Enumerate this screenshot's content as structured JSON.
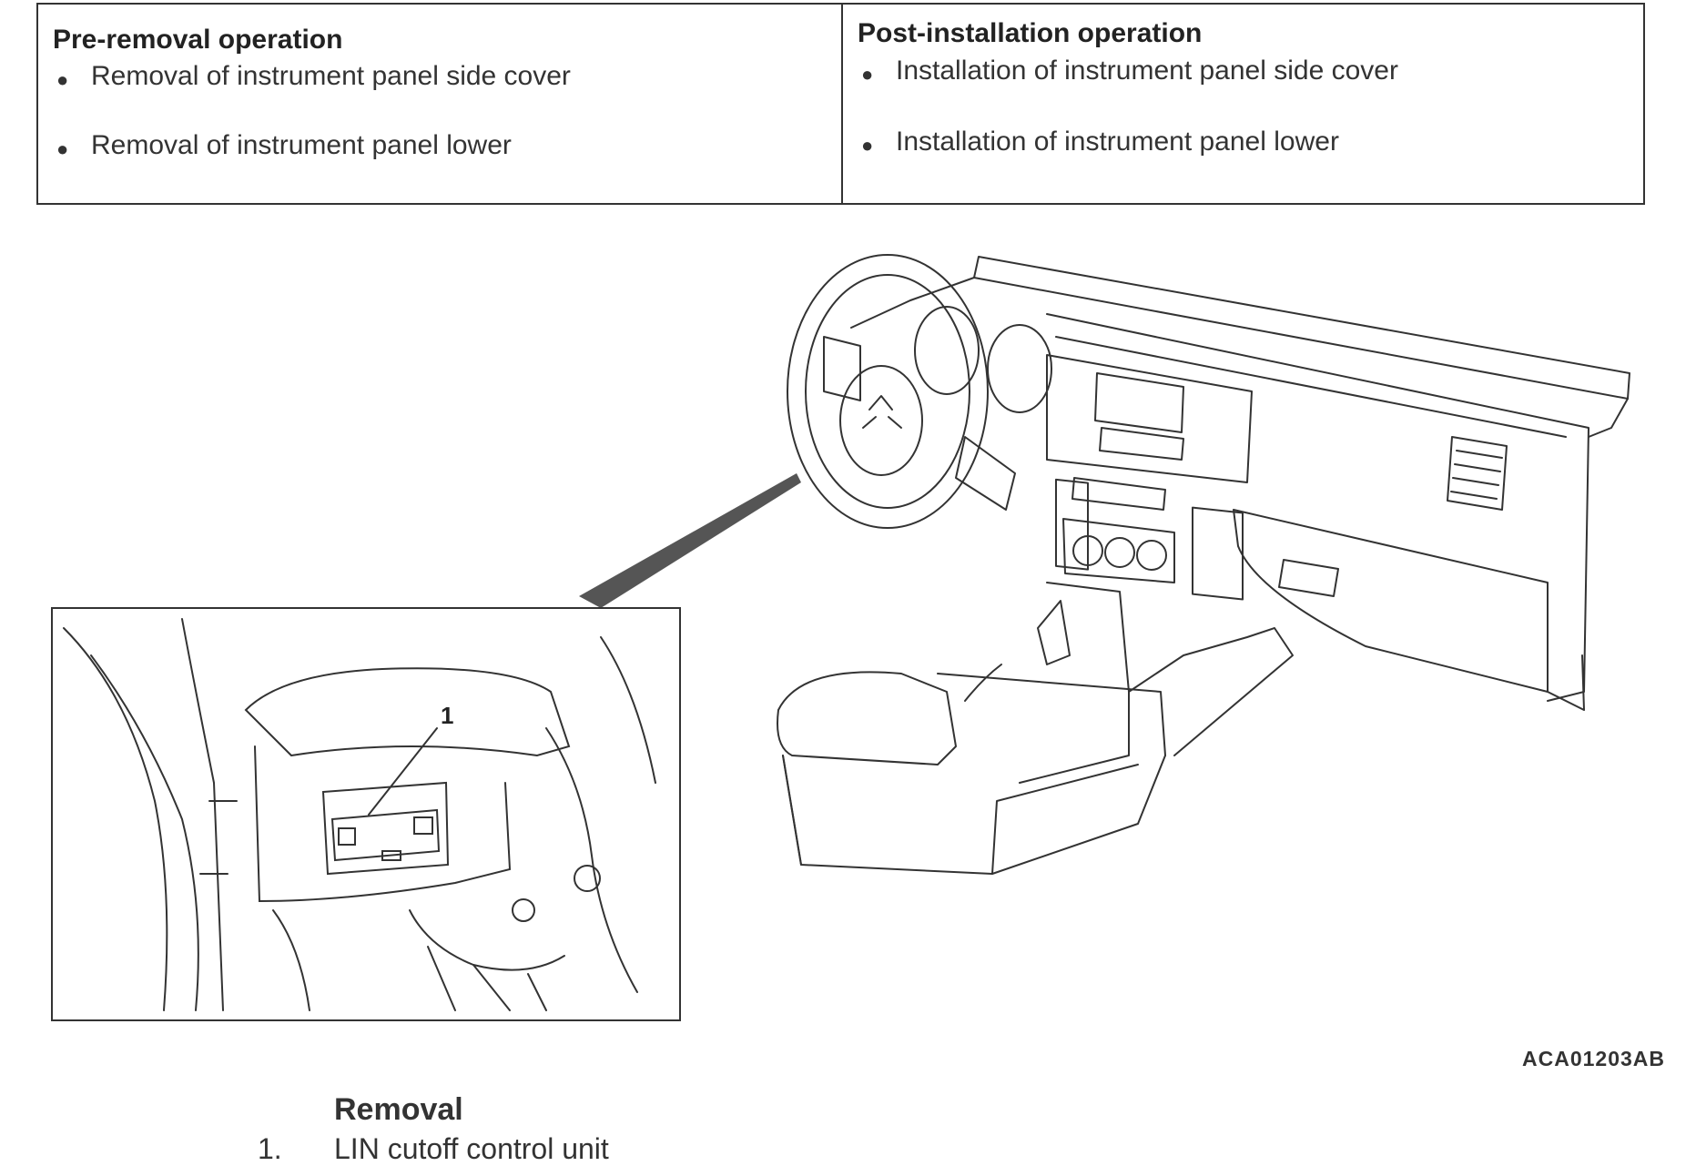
{
  "operations": {
    "pre_removal": {
      "heading": "Pre-removal operation",
      "items": [
        "Removal of instrument panel side cover",
        "Removal of instrument panel lower"
      ]
    },
    "post_installation": {
      "heading": "Post-installation operation",
      "items": [
        "Installation of instrument panel side cover",
        "Installation of instrument panel lower"
      ]
    }
  },
  "figure": {
    "callout_number": "1",
    "code": "ACA01203AB"
  },
  "removal": {
    "title": "Removal",
    "steps": [
      {
        "number": "1.",
        "label": "LIN cutoff control unit"
      }
    ]
  }
}
